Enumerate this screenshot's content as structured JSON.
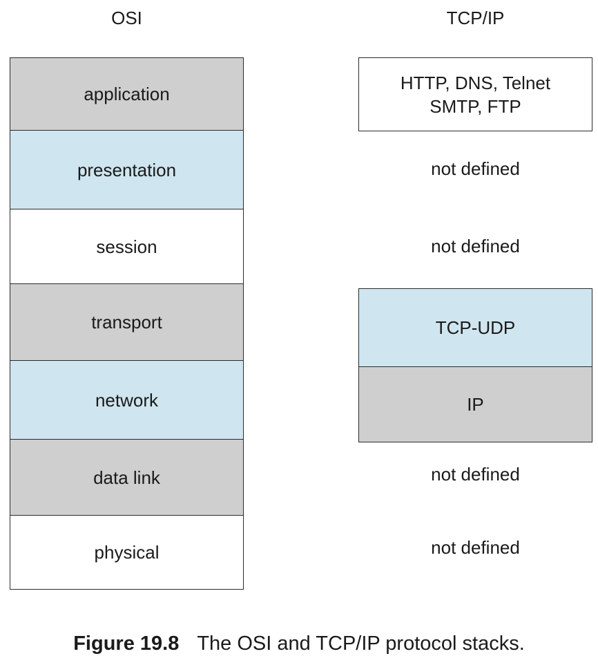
{
  "headers": {
    "osi": "OSI",
    "tcpip": "TCP/IP"
  },
  "osi_layers": [
    {
      "label": "application",
      "fill": "#cfcfcf"
    },
    {
      "label": "presentation",
      "fill": "#cfe5ef"
    },
    {
      "label": "session",
      "fill": "#ffffff"
    },
    {
      "label": "transport",
      "fill": "#cfcfcf"
    },
    {
      "label": "network",
      "fill": "#cfe5ef"
    },
    {
      "label": "data link",
      "fill": "#cfcfcf"
    },
    {
      "label": "physical",
      "fill": "#ffffff"
    }
  ],
  "tcpip": {
    "application_box": "HTTP, DNS, Telnet\nSMTP, FTP",
    "presentation": "not defined",
    "session": "not defined",
    "transport_box": "TCP-UDP",
    "network_box": "IP",
    "data_link": "not defined",
    "physical": "not defined"
  },
  "caption": {
    "label": "Figure 19.8",
    "text": "The OSI and TCP/IP protocol stacks."
  }
}
